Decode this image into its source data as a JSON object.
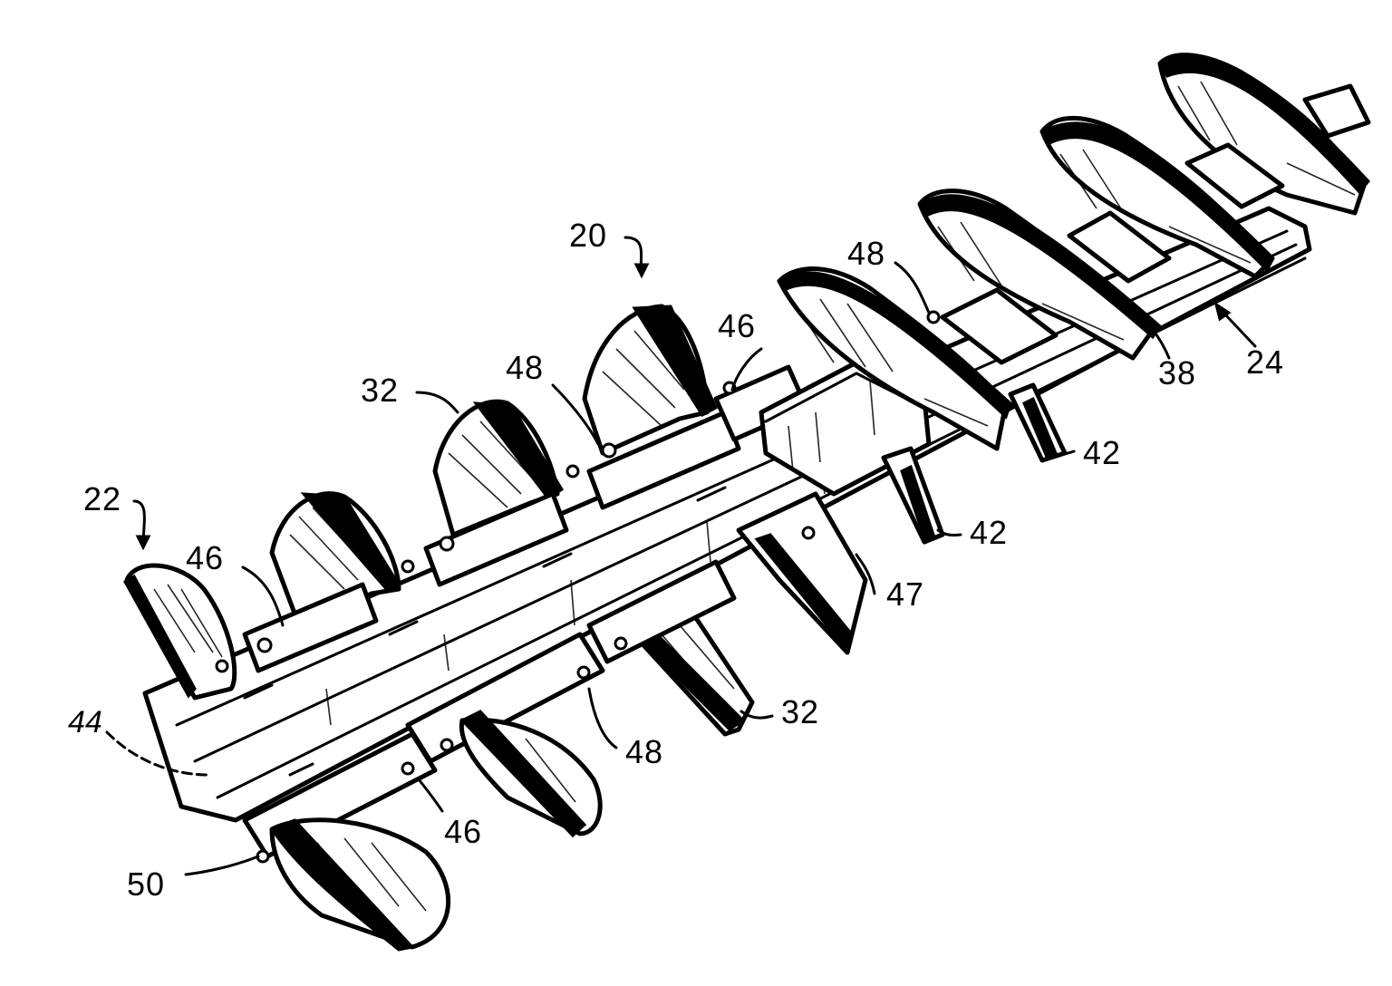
{
  "figure": {
    "labels": {
      "assembly": "20",
      "end_left": "22",
      "end_right": "24",
      "shaft": "44",
      "paddle_upper": "32",
      "paddle_lower": "32",
      "clamp_left": "46",
      "clamp_center": "46",
      "clamp_lower": "46",
      "bolt_upper": "48",
      "bolt_right": "48",
      "bolt_lower": "48",
      "bracket": "47",
      "blade_tip": "38",
      "support_near": "42",
      "support_far": "42",
      "fastener": "50"
    }
  }
}
